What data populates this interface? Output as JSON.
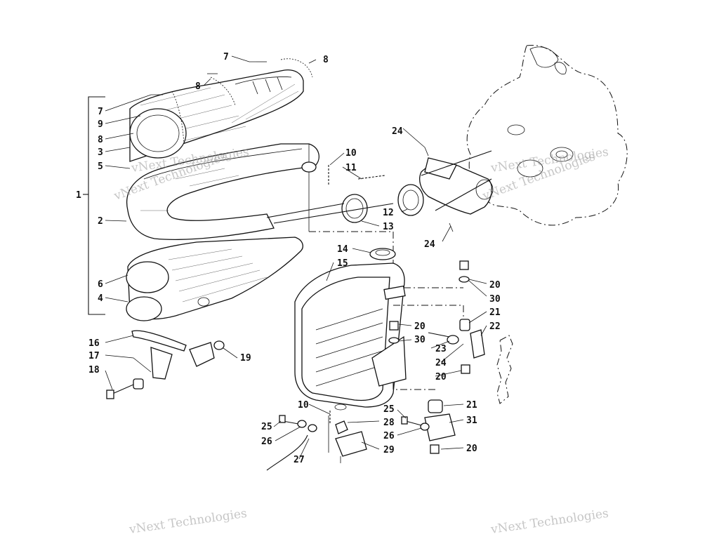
{
  "watermark_text": "vNext Technologies",
  "callouts": [
    {
      "label": "1"
    },
    {
      "label": "2"
    },
    {
      "label": "3"
    },
    {
      "label": "4"
    },
    {
      "label": "5"
    },
    {
      "label": "6"
    },
    {
      "label": "7"
    },
    {
      "label": "7"
    },
    {
      "label": "8"
    },
    {
      "label": "8"
    },
    {
      "label": "8"
    },
    {
      "label": "9"
    },
    {
      "label": "10"
    },
    {
      "label": "10"
    },
    {
      "label": "11"
    },
    {
      "label": "12"
    },
    {
      "label": "13"
    },
    {
      "label": "14"
    },
    {
      "label": "15"
    },
    {
      "label": "16"
    },
    {
      "label": "17"
    },
    {
      "label": "18"
    },
    {
      "label": "19"
    },
    {
      "label": "20"
    },
    {
      "label": "20"
    },
    {
      "label": "20"
    },
    {
      "label": "20"
    },
    {
      "label": "21"
    },
    {
      "label": "21"
    },
    {
      "label": "22"
    },
    {
      "label": "23"
    },
    {
      "label": "24"
    },
    {
      "label": "24"
    },
    {
      "label": "24"
    },
    {
      "label": "25"
    },
    {
      "label": "25"
    },
    {
      "label": "26"
    },
    {
      "label": "26"
    },
    {
      "label": "27"
    },
    {
      "label": "28"
    },
    {
      "label": "29"
    },
    {
      "label": "30"
    },
    {
      "label": "30"
    },
    {
      "label": "31"
    }
  ]
}
